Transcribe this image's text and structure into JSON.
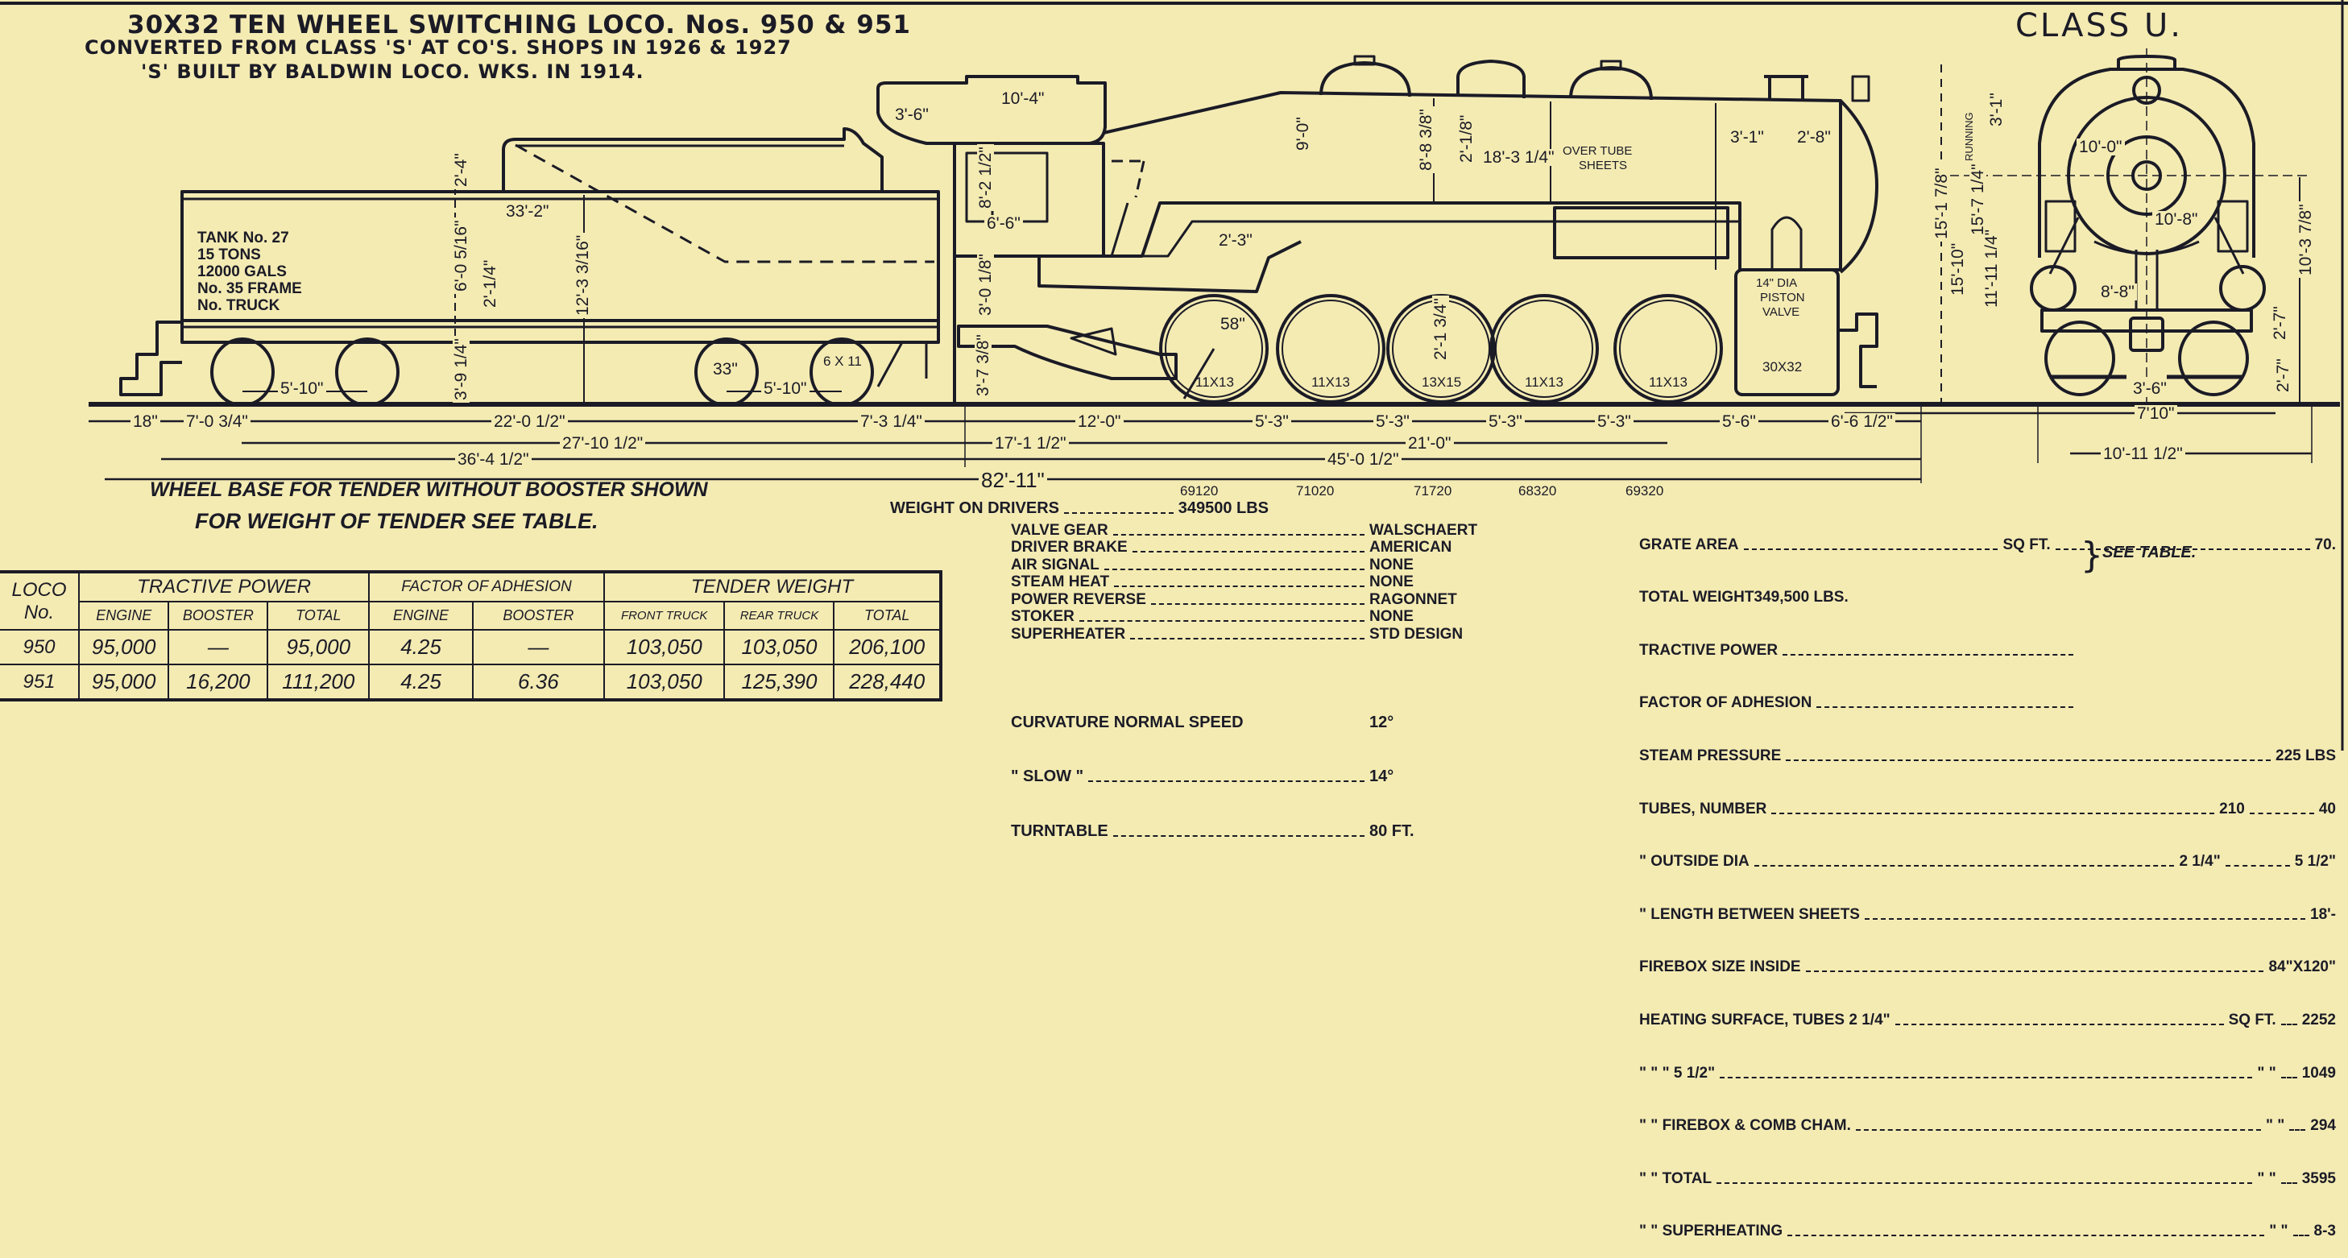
{
  "title": {
    "line1": "30X32  TEN WHEEL SWITCHING LOCO. Nos. 950 & 951",
    "line2": "CONVERTED FROM CLASS 'S' AT CO'S. SHOPS IN 1926 & 1927",
    "line3": "'S' BUILT BY BALDWIN LOCO. WKS. IN 1914."
  },
  "class_label": "CLASS U.",
  "tender_notes": [
    "TANK No. 27",
    "15 TONS",
    "12000 GALS",
    "No. 35 FRAME",
    "No.      TRUCK"
  ],
  "tender_dims": {
    "length": "33'-2\"",
    "coal_board": "2'-4\"",
    "tank_height": "6'-0 5/16\"",
    "overall_height": "12'-3 3/16\"",
    "frame": "2'-1/4\"",
    "deck": "3'-9 1/4\"",
    "wheel": "33\"",
    "truck_base_front": "5'-10\"",
    "truck_base_rear": "5'-10\"",
    "journal": "6 X 11"
  },
  "loco_dims": {
    "cab_roof": "10'-4\"",
    "cab_overhang": "3'-6\"",
    "window": "8'-2 1/2\"",
    "cab_width": "6'-6\"",
    "firebox": "2'-3\"",
    "firebox_height": "9'-0\"",
    "boiler_height": "8'-8 3/8\"",
    "boiler_center": "2'-1/8\"",
    "tubes": "18'-3 1/4\"",
    "tubes_note_1": "OVER TUBE",
    "tubes_note_2": "SHEETS",
    "smokebox_1": "3'-1\"",
    "smokebox_2": "2'-8\"",
    "valve_1": "14\" DIA",
    "valve_2": "PISTON",
    "valve_3": "VALVE",
    "cylinder": "30X32",
    "driver_dia": "58\"",
    "journal_1": "11X13",
    "journal_2": "11X13",
    "journal_3": "13X15",
    "journal_4": "11X13",
    "journal_5": "11X13",
    "trailing_1": "3'-0 1/8\"",
    "trailing_2": "3'-7 3/8\"",
    "driver_3": "2'-1 3/4\""
  },
  "front_dims": {
    "width_cab": "10'-0\"",
    "width_boards": "10'-8\"",
    "cylinders": "8'-8\"",
    "gauge": "3'-6\"",
    "h1": "15'-1 7/8\"",
    "h2": "15'-10\"",
    "h3": "15'-7 1/4\"",
    "h4": "11'-11 1/4\"",
    "running": "RUNNING",
    "h5": "3'-1\"",
    "h6": "10'-3 7/8\"",
    "h7": "2'-7\"",
    "h8": "2'-7\"",
    "overall_width": "7'10\"",
    "max_width": "10'-11 1/2\""
  },
  "base_dims": {
    "r1": [
      "18\"",
      "7'-0 3/4\"",
      "22'-0 1/2\"",
      "7'-3 1/4\"",
      "12'-0\"",
      "5'-3\"",
      "5'-3\"",
      "5'-3\"",
      "5'-3\"",
      "5'-6\"",
      "6'-6 1/2\""
    ],
    "r2": [
      "27'-10 1/2\"",
      "17'-1 1/2\"",
      "21'-0\""
    ],
    "r3": [
      "36'-4 1/2\"",
      "45'-0 1/2\""
    ],
    "r4": [
      "82'-11\""
    ]
  },
  "axle_loads": [
    "69120",
    "71020",
    "71720",
    "68320",
    "69320"
  ],
  "notes": {
    "wheel_base": "WHEEL BASE FOR TENDER WITHOUT BOOSTER SHOWN",
    "tender_weight": "FOR WEIGHT OF TENDER SEE TABLE."
  },
  "weight_on_drivers": {
    "label": "WEIGHT ON DRIVERS",
    "value": "349500 LBS"
  },
  "specs": [
    {
      "label": "VALVE GEAR",
      "value": "WALSCHAERT"
    },
    {
      "label": "DRIVER BRAKE",
      "value": "AMERICAN"
    },
    {
      "label": "AIR SIGNAL",
      "value": "NONE"
    },
    {
      "label": "STEAM HEAT",
      "value": "NONE"
    },
    {
      "label": "POWER REVERSE",
      "value": "RAGONNET"
    },
    {
      "label": "STOKER",
      "value": "NONE"
    },
    {
      "label": "SUPERHEATER",
      "value": "STD DESIGN"
    }
  ],
  "curvature": [
    {
      "label": "CURVATURE NORMAL SPEED",
      "value": "12°"
    },
    {
      "label": "  \"        SLOW    \"",
      "value": "14°"
    },
    {
      "label": "TURNTABLE",
      "value": "80 FT."
    }
  ],
  "boiler_specs": [
    {
      "label": "GRATE AREA",
      "mid": "SQ FT.",
      "value": "70."
    },
    {
      "label": "TOTAL WEIGHT",
      "mid": "",
      "value": "349,500 LBS."
    },
    {
      "label": "TRACTIVE POWER",
      "mid": "",
      "value": ""
    },
    {
      "label": "FACTOR OF ADHESION",
      "mid": "",
      "value": ""
    },
    {
      "label": "STEAM PRESSURE",
      "mid": "",
      "value": "225 LBS"
    },
    {
      "label": "TUBES, NUMBER",
      "mid": "210",
      "value": "40"
    },
    {
      "label": "   \"      OUTSIDE DIA",
      "mid": "2 1/4\"",
      "value": "5 1/2\""
    },
    {
      "label": "   \"      LENGTH BETWEEN SHEETS",
      "mid": "",
      "value": "18'-"
    },
    {
      "label": "FIREBOX SIZE INSIDE",
      "mid": "",
      "value": "84\"X120\""
    },
    {
      "label": "HEATING SURFACE, TUBES 2 1/4\"",
      "mid": "SQ FT.",
      "value": "2252"
    },
    {
      "label": "   \"          \"          \"   5 1/2\"",
      "mid": "\"  \"",
      "value": "1049"
    },
    {
      "label": "   \"          \"     FIREBOX & COMB CHAM.",
      "mid": "\"  \"",
      "value": "294"
    },
    {
      "label": "   \"          \"     TOTAL",
      "mid": "\"  \"",
      "value": "3595"
    },
    {
      "label": "   \"          \"     SUPERHEATING",
      "mid": "\"  \"",
      "value": "8-3"
    }
  ],
  "see_table": "SEE TABLE.",
  "table": {
    "loco_header": [
      "LOCO",
      "No."
    ],
    "groups": [
      "TRACTIVE POWER",
      "FACTOR OF ADHESION",
      "TENDER WEIGHT"
    ],
    "sub_headers": [
      "ENGINE",
      "BOOSTER",
      "TOTAL",
      "ENGINE",
      "BOOSTER",
      "FRONT TRUCK",
      "REAR TRUCK",
      "TOTAL"
    ],
    "rows": [
      [
        "950",
        "95,000",
        "—",
        "95,000",
        "4.25",
        "—",
        "103,050",
        "103,050",
        "206,100"
      ],
      [
        "951",
        "95,000",
        "16,200",
        "111,200",
        "4.25",
        "6.36",
        "103,050",
        "125,390",
        "228,440"
      ]
    ]
  }
}
